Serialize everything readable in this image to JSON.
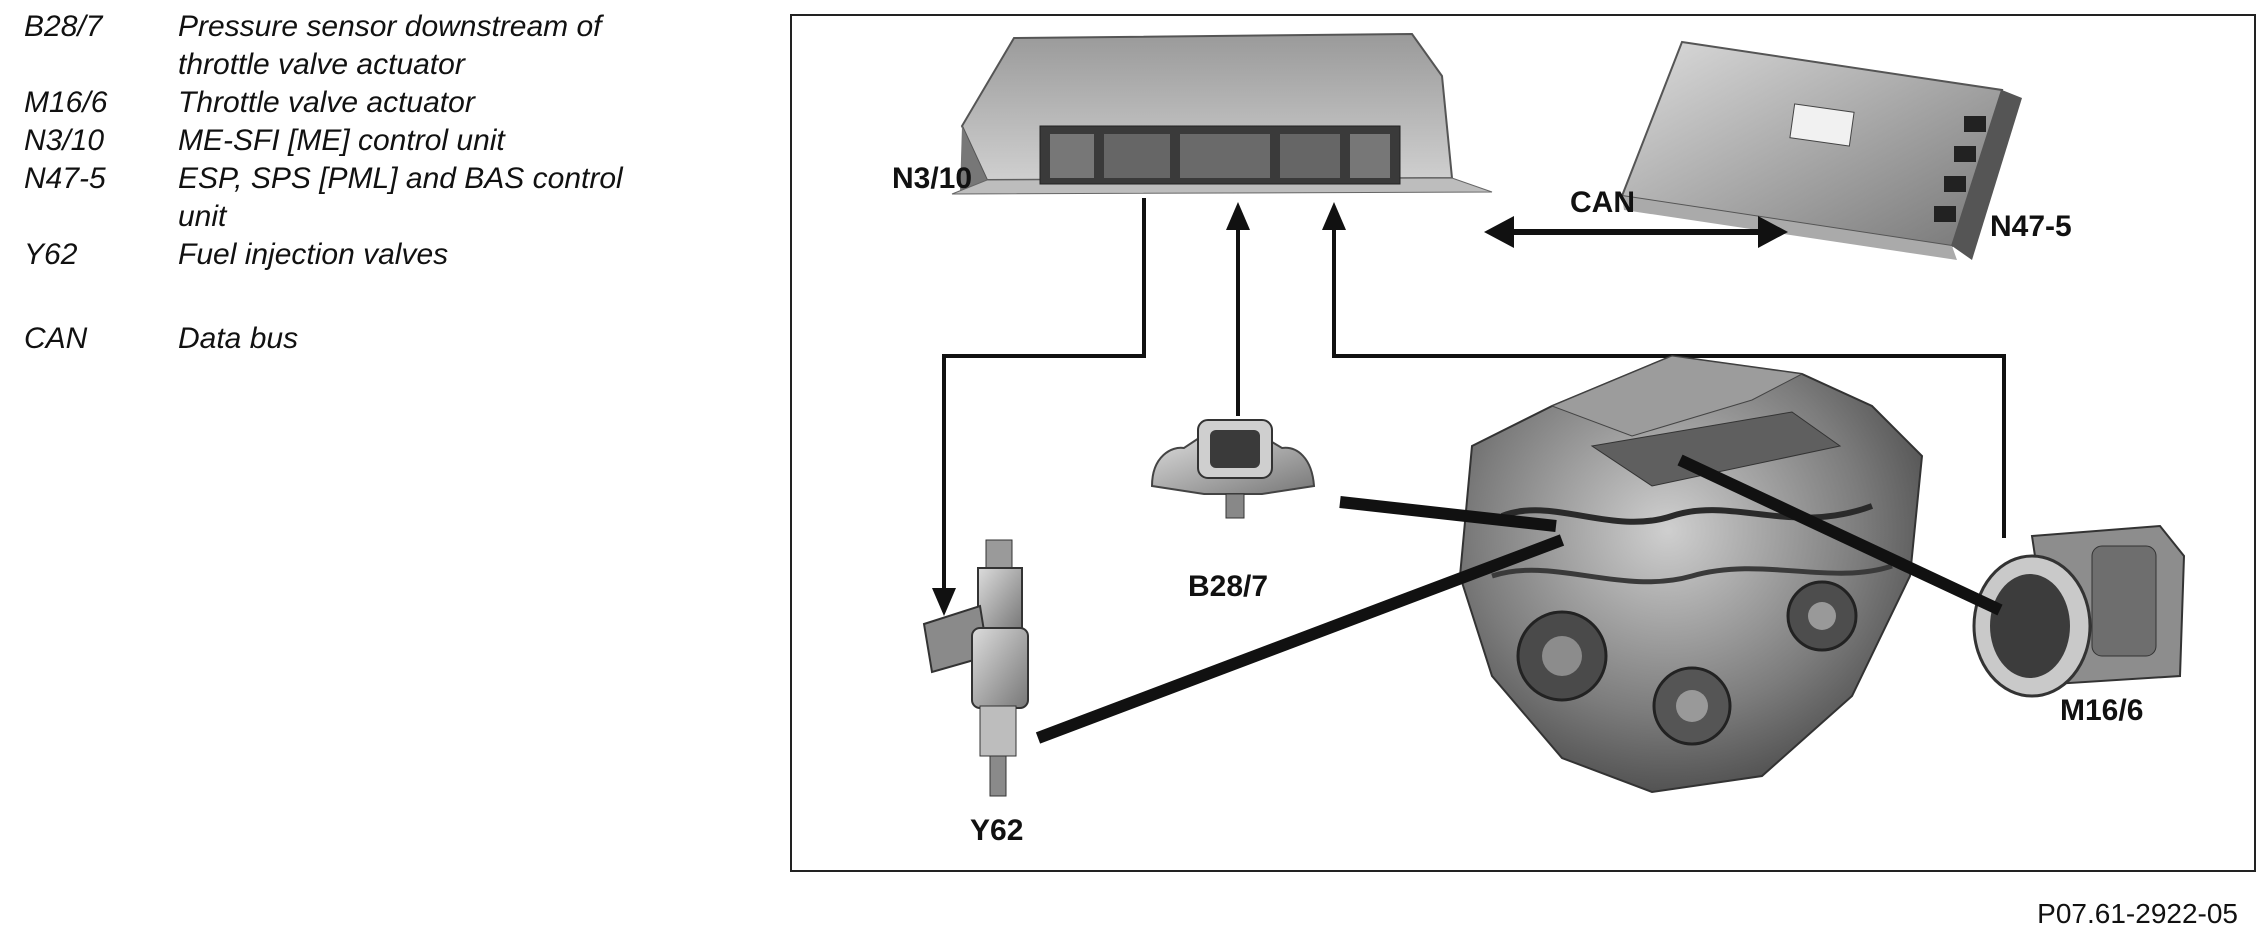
{
  "legend": [
    {
      "code": "B28/7",
      "desc_lines": [
        "Pressure sensor downstream of",
        "throttle valve actuator"
      ]
    },
    {
      "code": "M16/6",
      "desc_lines": [
        "Throttle valve actuator"
      ]
    },
    {
      "code": "N3/10",
      "desc_lines": [
        "ME-SFI [ME] control unit"
      ]
    },
    {
      "code": "N47-5",
      "desc_lines": [
        "ESP, SPS [PML] and BAS control",
        "unit"
      ]
    },
    {
      "code": "Y62",
      "desc_lines": [
        "Fuel injection valves"
      ]
    },
    {
      "code": "CAN",
      "desc_lines": [
        "Data bus"
      ]
    }
  ],
  "diagram": {
    "labels": {
      "n3_10": "N3/10",
      "can": "CAN",
      "n47_5": "N47-5",
      "b28_7": "B28/7",
      "y62": "Y62",
      "m16_6": "M16/6"
    }
  },
  "figure_id": "P07.61-2922-05"
}
